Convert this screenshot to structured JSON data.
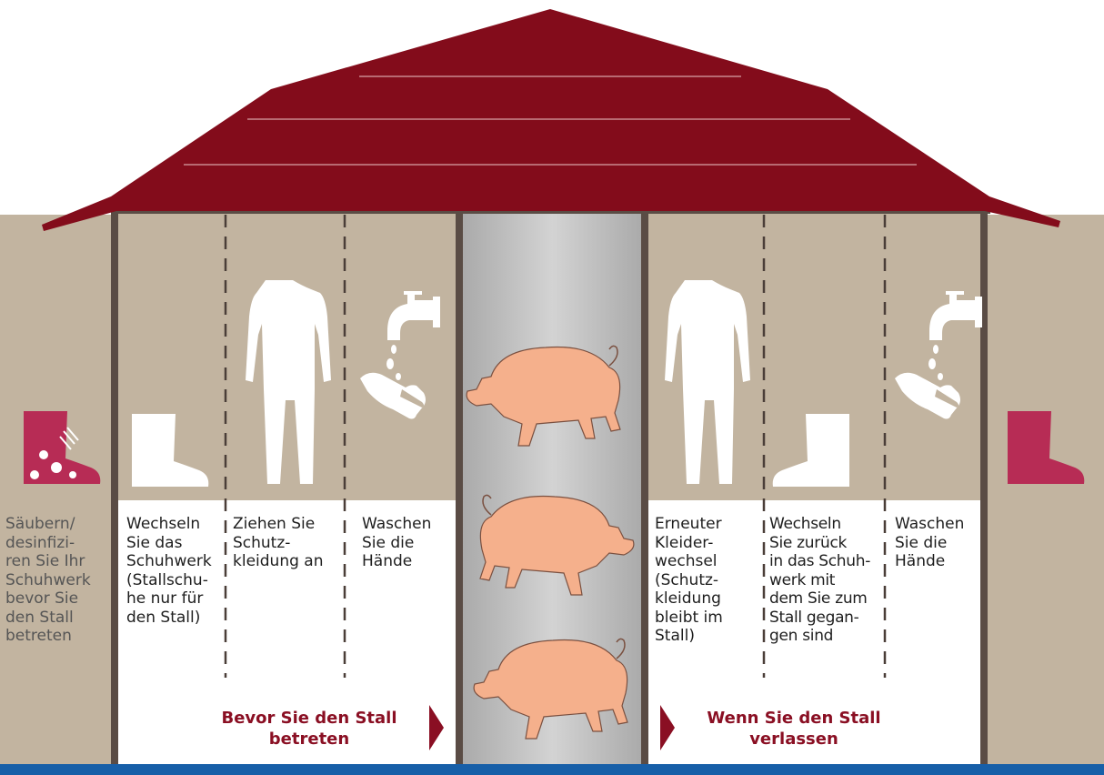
{
  "colors": {
    "roof": "#830c1b",
    "wall_tan": "#c2b4a0",
    "frame": "#5a4c45",
    "corridor": "#c0c0c0",
    "pig": "#f5b08c",
    "boot_accent": "#b72c55",
    "caption": "#8a0f23",
    "floor_bar": "#175fa8"
  },
  "icons": {
    "outside_left": "dirty-boot-icon",
    "outside_right": "clean-boot-icon",
    "step1": "rubber-boot-icon",
    "step2": "coverall-icon",
    "step3": "tap-and-hand-icon",
    "step4": "coverall-icon",
    "step5": "rubber-boot-icon",
    "step6": "tap-and-hand-icon",
    "center": "pig-icon"
  },
  "outside_left_text": [
    "Säubern/",
    "desinfizi-",
    "ren Sie Ihr",
    "Schuhwerk",
    "bevor Sie",
    "den Stall",
    "betreten"
  ],
  "before": {
    "steps": [
      [
        "Wechseln",
        "Sie das",
        "Schuhwerk",
        "(Stallschu-",
        "he nur für",
        "den Stall)"
      ],
      [
        "Ziehen Sie",
        "Schutz-",
        "kleidung an"
      ],
      [
        "Waschen",
        "Sie die",
        "Hände"
      ]
    ],
    "caption": [
      "Bevor Sie den Stall",
      "betreten"
    ]
  },
  "after": {
    "steps": [
      [
        "Erneuter",
        "Kleider-",
        "wechsel",
        "(Schutz-",
        "kleidung",
        "bleibt im",
        "Stall)"
      ],
      [
        "Wechseln",
        "Sie zurück",
        "in das Schuh-",
        "werk mit",
        "dem Sie zum",
        "Stall gegan-",
        "gen sind"
      ],
      [
        "Waschen",
        "Sie die",
        "Hände"
      ]
    ],
    "caption": [
      "Wenn Sie den Stall",
      "verlassen"
    ]
  }
}
